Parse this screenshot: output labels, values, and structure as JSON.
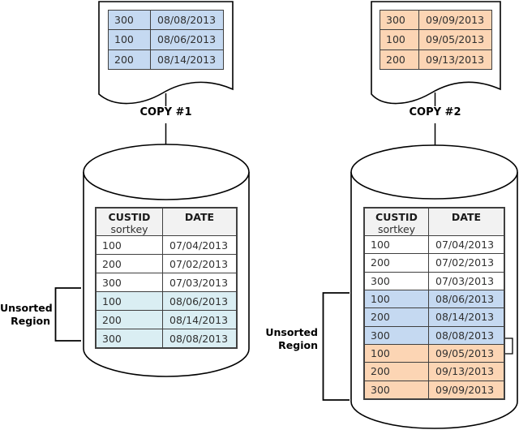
{
  "colors": {
    "white": "#ffffff",
    "light_blue": "#daeef3",
    "blue": "#c5d9f1",
    "orange": "#fcd5b4",
    "header_bg": "#f2f2f2",
    "table_border": "#404040",
    "line": "#000000"
  },
  "copy1": {
    "label": "COPY #1",
    "table": {
      "rows": [
        {
          "custid": "300",
          "date": "08/08/2013",
          "fill": "blue"
        },
        {
          "custid": "100",
          "date": "08/06/2013",
          "fill": "blue"
        },
        {
          "custid": "200",
          "date": "08/14/2013",
          "fill": "blue"
        }
      ]
    }
  },
  "copy2": {
    "label": "COPY #2",
    "table": {
      "rows": [
        {
          "custid": "300",
          "date": "09/09/2013",
          "fill": "orange"
        },
        {
          "custid": "100",
          "date": "09/05/2013",
          "fill": "orange"
        },
        {
          "custid": "200",
          "date": "09/13/2013",
          "fill": "orange"
        }
      ]
    }
  },
  "left_cylinder": {
    "table": {
      "header": {
        "custid": "CUSTID",
        "sortkey": "sortkey",
        "date": "DATE"
      },
      "rows": [
        {
          "custid": "100",
          "date": "07/04/2013",
          "fill": "white"
        },
        {
          "custid": "200",
          "date": "07/02/2013",
          "fill": "white"
        },
        {
          "custid": "300",
          "date": "07/03/2013",
          "fill": "white"
        },
        {
          "custid": "100",
          "date": "08/06/2013",
          "fill": "light_blue"
        },
        {
          "custid": "200",
          "date": "08/14/2013",
          "fill": "light_blue"
        },
        {
          "custid": "300",
          "date": "08/08/2013",
          "fill": "light_blue"
        }
      ]
    },
    "unsorted_label": {
      "line1": "Unsorted",
      "line2": "Region"
    }
  },
  "right_cylinder": {
    "table": {
      "header": {
        "custid": "CUSTID",
        "sortkey": "sortkey",
        "date": "DATE"
      },
      "rows": [
        {
          "custid": "100",
          "date": "07/04/2013",
          "fill": "white"
        },
        {
          "custid": "200",
          "date": "07/02/2013",
          "fill": "white"
        },
        {
          "custid": "300",
          "date": "07/03/2013",
          "fill": "white"
        },
        {
          "custid": "100",
          "date": "08/06/2013",
          "fill": "blue"
        },
        {
          "custid": "200",
          "date": "08/14/2013",
          "fill": "blue"
        },
        {
          "custid": "300",
          "date": "08/08/2013",
          "fill": "blue"
        },
        {
          "custid": "100",
          "date": "09/05/2013",
          "fill": "orange"
        },
        {
          "custid": "200",
          "date": "09/13/2013",
          "fill": "orange"
        },
        {
          "custid": "300",
          "date": "09/09/2013",
          "fill": "orange"
        }
      ]
    },
    "unsorted_label": {
      "line1": "Unsorted",
      "line2": "Region"
    }
  }
}
